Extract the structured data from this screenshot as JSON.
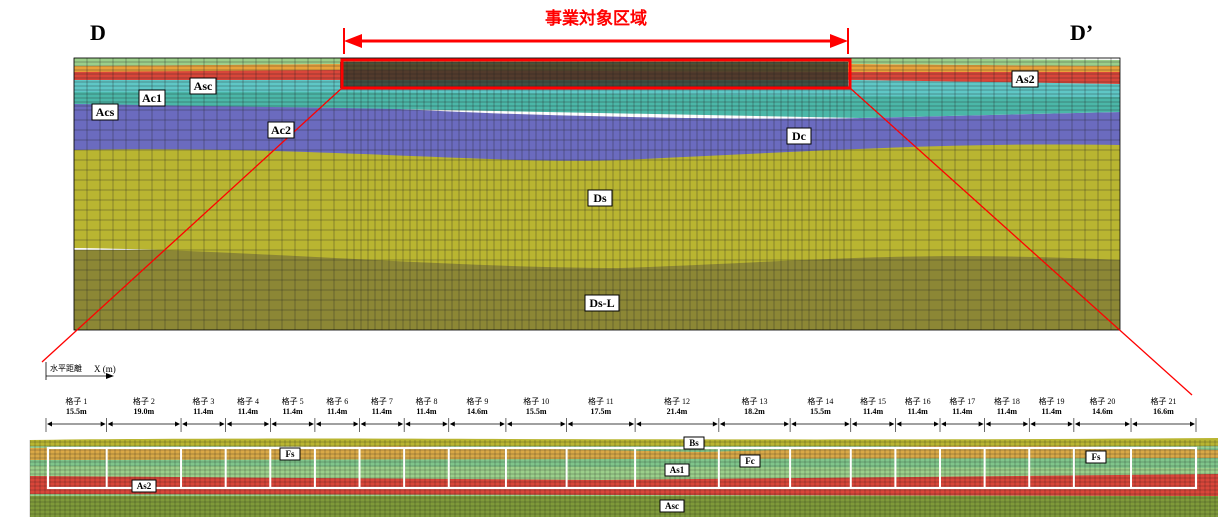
{
  "section": {
    "left_label": "D",
    "right_label": "D’"
  },
  "project_area": {
    "label": "事業対象区域",
    "color": "#ff0000"
  },
  "soil_labels": {
    "acs": "Acs",
    "ac1": "Ac1",
    "asc": "Asc",
    "ac2": "Ac2",
    "as2": "As2",
    "dc": "Dc",
    "ds": "Ds",
    "dsl": "Ds-L"
  },
  "layer_colors": {
    "green": "#9bcf8a",
    "red": "#d9463a",
    "orange": "#e8a23b",
    "cyan": "#5fc7c6",
    "teal": "#4bb7a8",
    "blue": "#6b6bbf",
    "yellow": "#b9b531",
    "olive": "#8c8735"
  },
  "axis": {
    "label": "水平距離",
    "unit": "X (m)"
  },
  "grids": [
    {
      "name": "格子 1",
      "width": "15.5m"
    },
    {
      "name": "格子 2",
      "width": "19.0m"
    },
    {
      "name": "格子 3",
      "width": "11.4m"
    },
    {
      "name": "格子 4",
      "width": "11.4m"
    },
    {
      "name": "格子 5",
      "width": "11.4m"
    },
    {
      "name": "格子 6",
      "width": "11.4m"
    },
    {
      "name": "格子 7",
      "width": "11.4m"
    },
    {
      "name": "格子 8",
      "width": "11.4m"
    },
    {
      "name": "格子 9",
      "width": "14.6m"
    },
    {
      "name": "格子 10",
      "width": "15.5m"
    },
    {
      "name": "格子 11",
      "width": "17.5m"
    },
    {
      "name": "格子 12",
      "width": "21.4m"
    },
    {
      "name": "格子 13",
      "width": "18.2m"
    },
    {
      "name": "格子 14",
      "width": "15.5m"
    },
    {
      "name": "格子 15",
      "width": "11.4m"
    },
    {
      "name": "格子 16",
      "width": "11.4m"
    },
    {
      "name": "格子 17",
      "width": "11.4m"
    },
    {
      "name": "格子 18",
      "width": "11.4m"
    },
    {
      "name": "格子 19",
      "width": "11.4m"
    },
    {
      "name": "格子 20",
      "width": "14.6m"
    },
    {
      "name": "格子 21",
      "width": "16.6m"
    }
  ],
  "detail_labels": {
    "bs": "Bs",
    "fs_left": "Fs",
    "as1": "As1",
    "fc": "Fc",
    "fs_right": "Fs",
    "as2": "As2",
    "asc": "Asc"
  }
}
